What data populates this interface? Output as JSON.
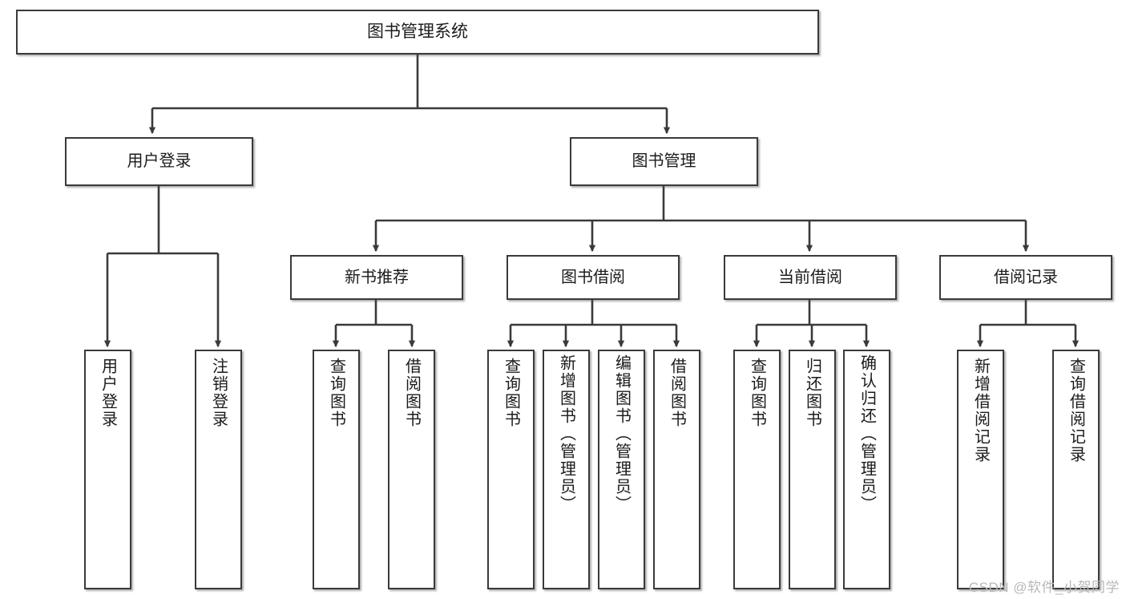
{
  "diagram": {
    "title": "图书管理系统",
    "type": "tree-hierarchy",
    "watermark": "CSDN @软件_小贺同学",
    "colors": {
      "box_border": "#3a3a3a",
      "box_fill": "#ffffff",
      "edge": "#3a3a3a",
      "text": "#1b1b1b",
      "watermark": "#b8b8b8",
      "background": "#ffffff"
    },
    "root": {
      "label": "图书管理系统"
    },
    "level1": [
      {
        "label": "用户登录"
      },
      {
        "label": "图书管理"
      }
    ],
    "level2": [
      {
        "label": "新书推荐"
      },
      {
        "label": "图书借阅"
      },
      {
        "label": "当前借阅"
      },
      {
        "label": "借阅记录"
      }
    ],
    "leaves": {
      "user_login": [
        {
          "label": "用户登录"
        },
        {
          "label": "注销登录"
        }
      ],
      "new_book_recommend": [
        {
          "label": "查询图书"
        },
        {
          "label": "借阅图书"
        }
      ],
      "book_borrow": [
        {
          "label": "查询图书"
        },
        {
          "label": "新增图书（管理员）"
        },
        {
          "label": "编辑图书（管理员）"
        },
        {
          "label": "借阅图书"
        }
      ],
      "current_borrow": [
        {
          "label": "查询图书"
        },
        {
          "label": "归还图书"
        },
        {
          "label": "确认归还（管理员）"
        }
      ],
      "borrow_record": [
        {
          "label": "新增借阅记录"
        },
        {
          "label": "查询借阅记录"
        }
      ]
    }
  }
}
